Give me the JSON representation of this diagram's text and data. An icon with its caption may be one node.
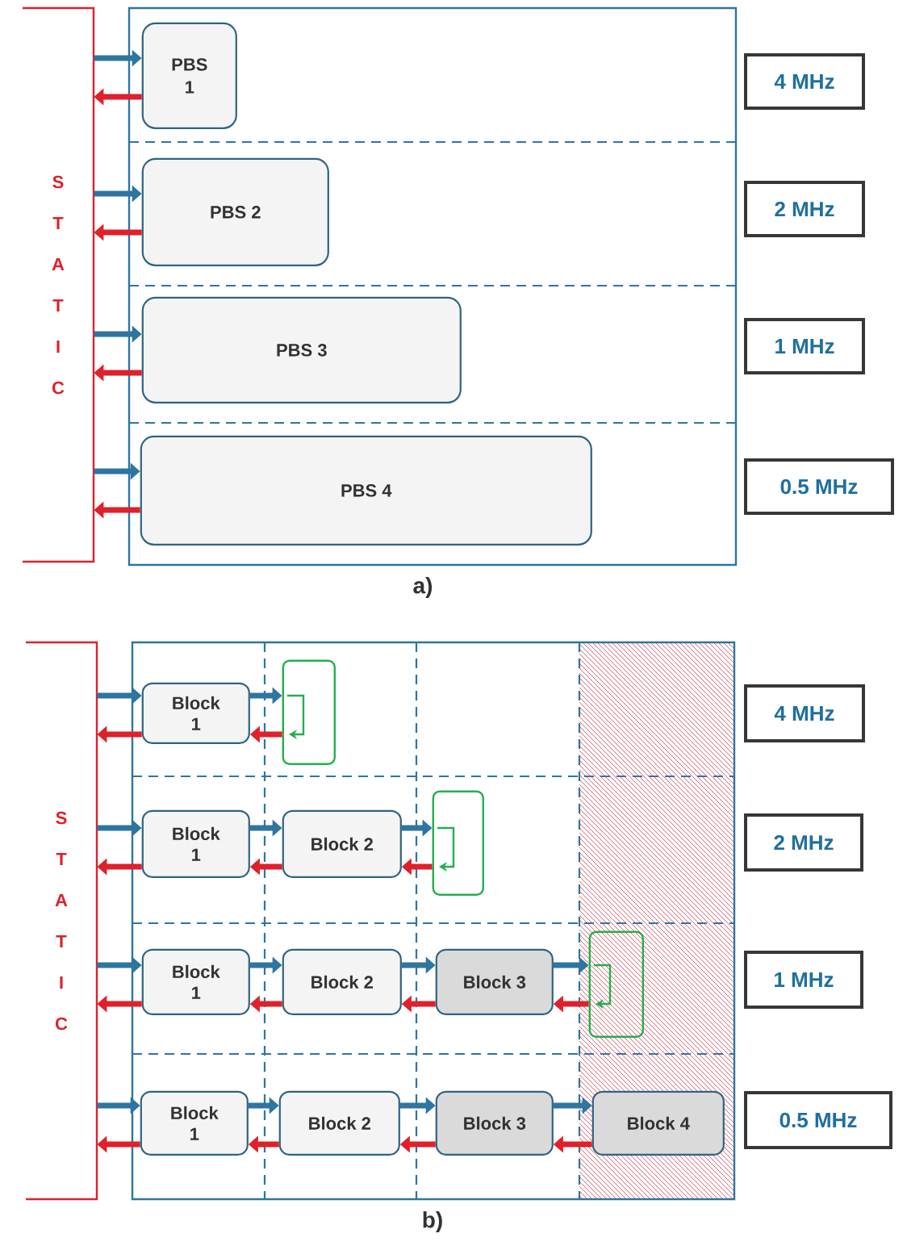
{
  "diagram": {
    "nodes": [
      {
        "text": [],
        "shape": "box"
      },
      {
        "text": [
          "PBS 1"
        ],
        "in": 0
      },
      {
        "text": [
          "4 MHz"
        ]
      },
      {
        "text": [
          "PBS 2"
        ],
        "in": 0
      },
      {
        "text": [
          "2 MHz"
        ]
      },
      {
        "text": [
          "PBS 3"
        ],
        "in": 0
      },
      {
        "text": [
          "1 MHz"
        ]
      },
      {
        "text": [
          "PBS 4"
        ],
        "in": 0
      },
      {
        "text": [
          "0.5 MHz"
        ]
      },
      {
        "text": [],
        "shape": "box"
      },
      {
        "text": [
          "Block 1"
        ],
        "in": 9
      },
      {
        "text": [],
        "shape": "box",
        "in": 9
      },
      {
        "text": [
          "4 MHz"
        ]
      },
      {
        "text": [
          "Block 1"
        ],
        "in": 9
      },
      {
        "text": [
          "Block 2"
        ],
        "in": 9
      },
      {
        "text": [],
        "shape": "box",
        "in": 9
      },
      {
        "text": [
          "2 MHz"
        ]
      },
      {
        "text": [
          "Block 1"
        ],
        "in": 9
      },
      {
        "text": [
          "Block 2"
        ],
        "in": 9
      },
      {
        "text": [
          "Block 3"
        ],
        "in": 9
      },
      {
        "text": [],
        "shape": "box",
        "in": 9
      },
      {
        "text": [
          "1 MHz"
        ]
      },
      {
        "text": [
          "Block 1"
        ],
        "in": 9
      },
      {
        "text": [
          "Block 2"
        ],
        "in": 9
      },
      {
        "text": [
          "Block 3"
        ],
        "in": 9
      },
      {
        "text": [
          "Block 4"
        ],
        "in": 9
      },
      {
        "text": [
          "0.5 MHz"
        ]
      },
      {
        "text": [
          "S T A T I C"
        ]
      },
      {
        "text": [
          "S T A T I C"
        ]
      }
    ],
    "edges": [
      {
        "from": 27,
        "to": 1,
        "arrow": "to",
        "color": "#2e75a0"
      },
      {
        "from": 1,
        "to": 27,
        "arrow": "to",
        "color": "#e0202a"
      },
      {
        "from": 27,
        "to": 3,
        "arrow": "to",
        "color": "#2e75a0"
      },
      {
        "from": 3,
        "to": 27,
        "arrow": "to",
        "color": "#e0202a"
      },
      {
        "from": 27,
        "to": 5,
        "arrow": "to",
        "color": "#2e75a0"
      },
      {
        "from": 5,
        "to": 27,
        "arrow": "to",
        "color": "#e0202a"
      },
      {
        "from": 27,
        "to": 7,
        "arrow": "to",
        "color": "#2e75a0"
      },
      {
        "from": 7,
        "to": 27,
        "arrow": "to",
        "color": "#e0202a"
      },
      {
        "from": 28,
        "to": 10,
        "arrow": "to",
        "color": "#2e75a0"
      },
      {
        "from": 10,
        "to": 28,
        "arrow": "to",
        "color": "#e0202a"
      },
      {
        "from": 10,
        "to": 11,
        "arrow": "to",
        "color": "#2e75a0"
      },
      {
        "from": 11,
        "to": 10,
        "arrow": "to",
        "color": "#e0202a"
      },
      {
        "from": 28,
        "to": 13,
        "arrow": "to",
        "color": "#2e75a0"
      },
      {
        "from": 13,
        "to": 28,
        "arrow": "to",
        "color": "#e0202a"
      },
      {
        "from": 13,
        "to": 14,
        "arrow": "to",
        "color": "#2e75a0"
      },
      {
        "from": 14,
        "to": 13,
        "arrow": "to",
        "color": "#e0202a"
      },
      {
        "from": 14,
        "to": 15,
        "arrow": "to",
        "color": "#2e75a0"
      },
      {
        "from": 15,
        "to": 14,
        "arrow": "to",
        "color": "#e0202a"
      },
      {
        "from": 28,
        "to": 17,
        "arrow": "to",
        "color": "#2e75a0"
      },
      {
        "from": 17,
        "to": 28,
        "arrow": "to",
        "color": "#e0202a"
      },
      {
        "from": 17,
        "to": 18,
        "arrow": "to",
        "color": "#2e75a0"
      },
      {
        "from": 18,
        "to": 17,
        "arrow": "to",
        "color": "#e0202a"
      },
      {
        "from": 18,
        "to": 19,
        "arrow": "to",
        "color": "#2e75a0"
      },
      {
        "from": 19,
        "to": 18,
        "arrow": "to",
        "color": "#e0202a"
      },
      {
        "from": 19,
        "to": 20,
        "arrow": "to",
        "color": "#2e75a0"
      },
      {
        "from": 20,
        "to": 19,
        "arrow": "to",
        "color": "#e0202a"
      },
      {
        "from": 28,
        "to": 22,
        "arrow": "to",
        "color": "#2e75a0"
      },
      {
        "from": 22,
        "to": 28,
        "arrow": "to",
        "color": "#e0202a"
      },
      {
        "from": 22,
        "to": 23,
        "arrow": "to",
        "color": "#2e75a0"
      },
      {
        "from": 23,
        "to": 22,
        "arrow": "to",
        "color": "#e0202a"
      },
      {
        "from": 23,
        "to": 24,
        "arrow": "to",
        "color": "#2e75a0"
      },
      {
        "from": 24,
        "to": 23,
        "arrow": "to",
        "color": "#e0202a"
      },
      {
        "from": 24,
        "to": 25,
        "arrow": "to",
        "color": "#2e75a0"
      },
      {
        "from": 25,
        "to": 24,
        "arrow": "to",
        "color": "#e0202a"
      }
    ],
    "labels": [
      "a)",
      "b)"
    ]
  }
}
